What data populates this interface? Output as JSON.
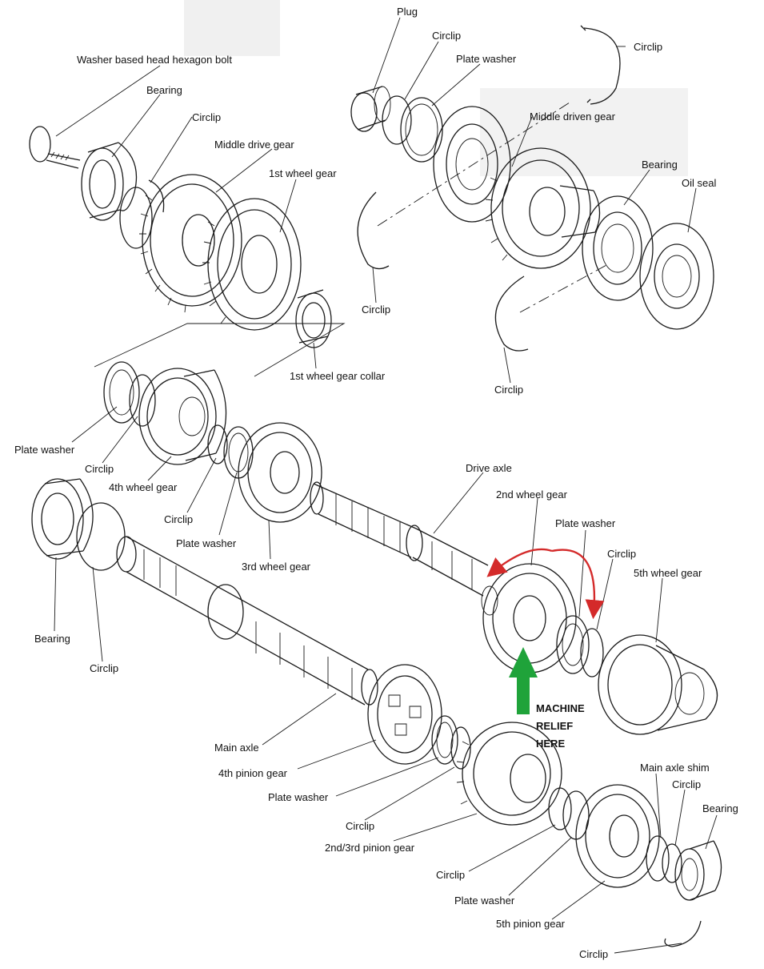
{
  "colors": {
    "arrow_red": "#d42a2a",
    "arrow_green": "#1fa33a",
    "ink": "#1a1a1a"
  },
  "labels": {
    "plug": "Plug",
    "circlip_top_1": "Circlip",
    "plate_washer_top": "Plate washer",
    "circlip_top_right": "Circlip",
    "washer_bolt": "Washer based head  hexagon bolt",
    "bearing_top_left": "Bearing",
    "circlip_top_left": "Circlip",
    "middle_drive_gear": "Middle drive gear",
    "first_wheel_gear": "1st wheel gear",
    "middle_driven_gear": "Middle driven gear",
    "bearing_top_right": "Bearing",
    "oil_seal": "Oil seal",
    "circlip_mid_center": "Circlip",
    "first_wheel_gear_collar": "1st wheel gear collar",
    "circlip_mid_right": "Circlip",
    "plate_washer_left": "Plate washer",
    "circlip_left": "Circlip",
    "fourth_wheel_gear": "4th wheel gear",
    "drive_axle": "Drive axle",
    "second_wheel_gear": "2nd wheel gear",
    "circlip_left_2": "Circlip",
    "plate_washer_mid": "Plate washer",
    "plate_washer_right": "Plate washer",
    "circlip_right": "Circlip",
    "fifth_wheel_gear": "5th wheel gear",
    "third_wheel_gear": "3rd wheel gear",
    "bearing_bottom_left": "Bearing",
    "circlip_bottom_left": "Circlip",
    "main_axle": "Main axle",
    "fourth_pinion_gear": "4th pinion gear",
    "plate_washer_bottom": "Plate washer",
    "circlip_bottom_1": "Circlip",
    "second_third_pinion_gear": "2nd/3rd pinion gear",
    "main_axle_shim": "Main axle shim",
    "circlip_bottom_right": "Circlip",
    "bearing_bottom_right": "Bearing",
    "circlip_bottom_2": "Circlip",
    "plate_washer_bottom_2": "Plate washer",
    "fifth_pinion_gear": "5th pinion gear",
    "circlip_bottom_3": "Circlip"
  },
  "callout": {
    "line1": "MACHINE",
    "line2": "RELIEF",
    "line3": "HERE"
  }
}
